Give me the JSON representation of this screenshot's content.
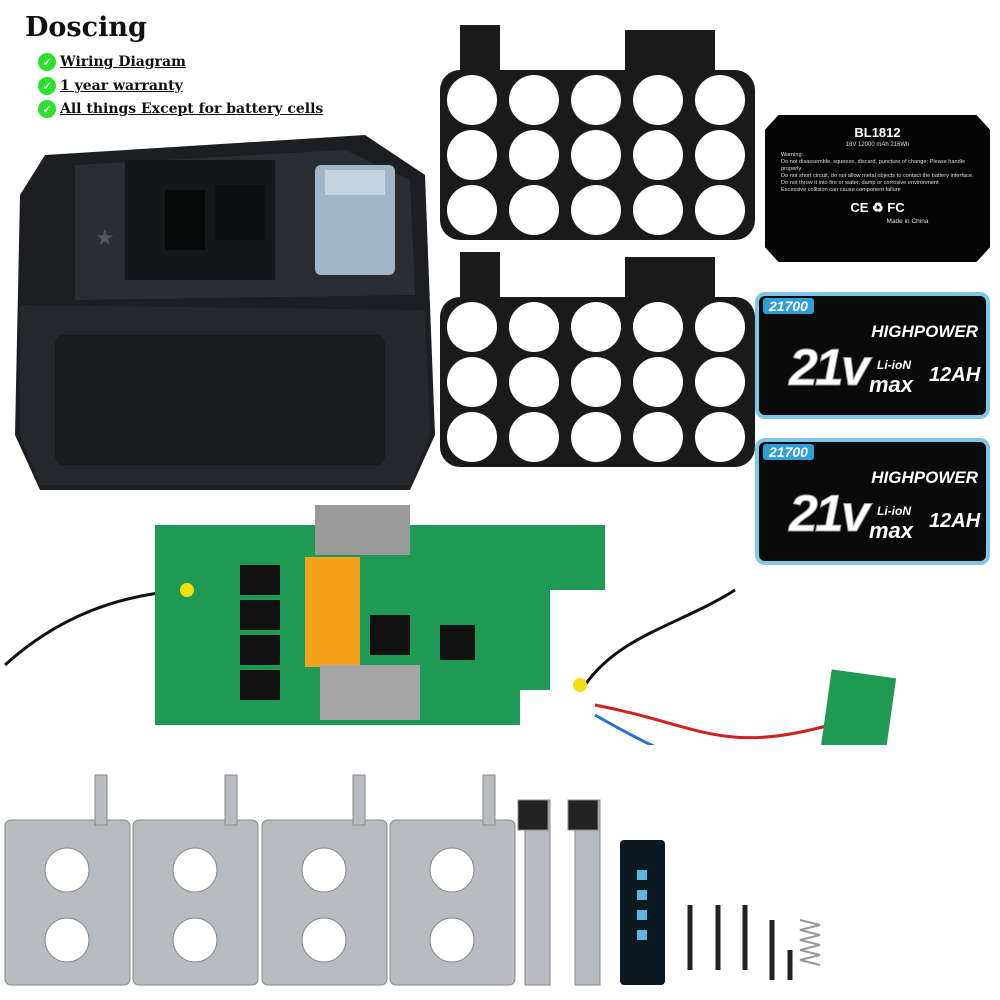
{
  "brand": "Doscing",
  "features": [
    "Wiring Diagram",
    "1 year warranty",
    "All things Except for battery cells"
  ],
  "check_icon": "check-circle-icon",
  "label": {
    "model": "BL1812",
    "spec": "18V 12000 mAh 216Wh",
    "warning_title": "Warning:",
    "warnings": [
      "Do not disassemble, squeeze, discard, puncture of change; Please handle properly",
      "Do not short circuit, do not allow metal objects to contact the battery interface.",
      "Do not throw it into fire or water, damp or corrosive environment",
      "Excessive collision can cause component failure"
    ],
    "certs": "CE ♻ FC",
    "origin": "Made in China"
  },
  "cell_labels": [
    {
      "tag": "21700",
      "highpower": "HIGHPOWER",
      "voltage": "21v",
      "chem": "Li-ioN",
      "max": "max",
      "capacity": "12AH"
    },
    {
      "tag": "21700",
      "highpower": "HIGHPOWER",
      "voltage": "21v",
      "chem": "Li-ioN",
      "max": "max",
      "capacity": "12AH"
    }
  ],
  "colors": {
    "pcb": "#1f9a55",
    "accent": "#2f9fd8",
    "check": "#2ee02e"
  }
}
